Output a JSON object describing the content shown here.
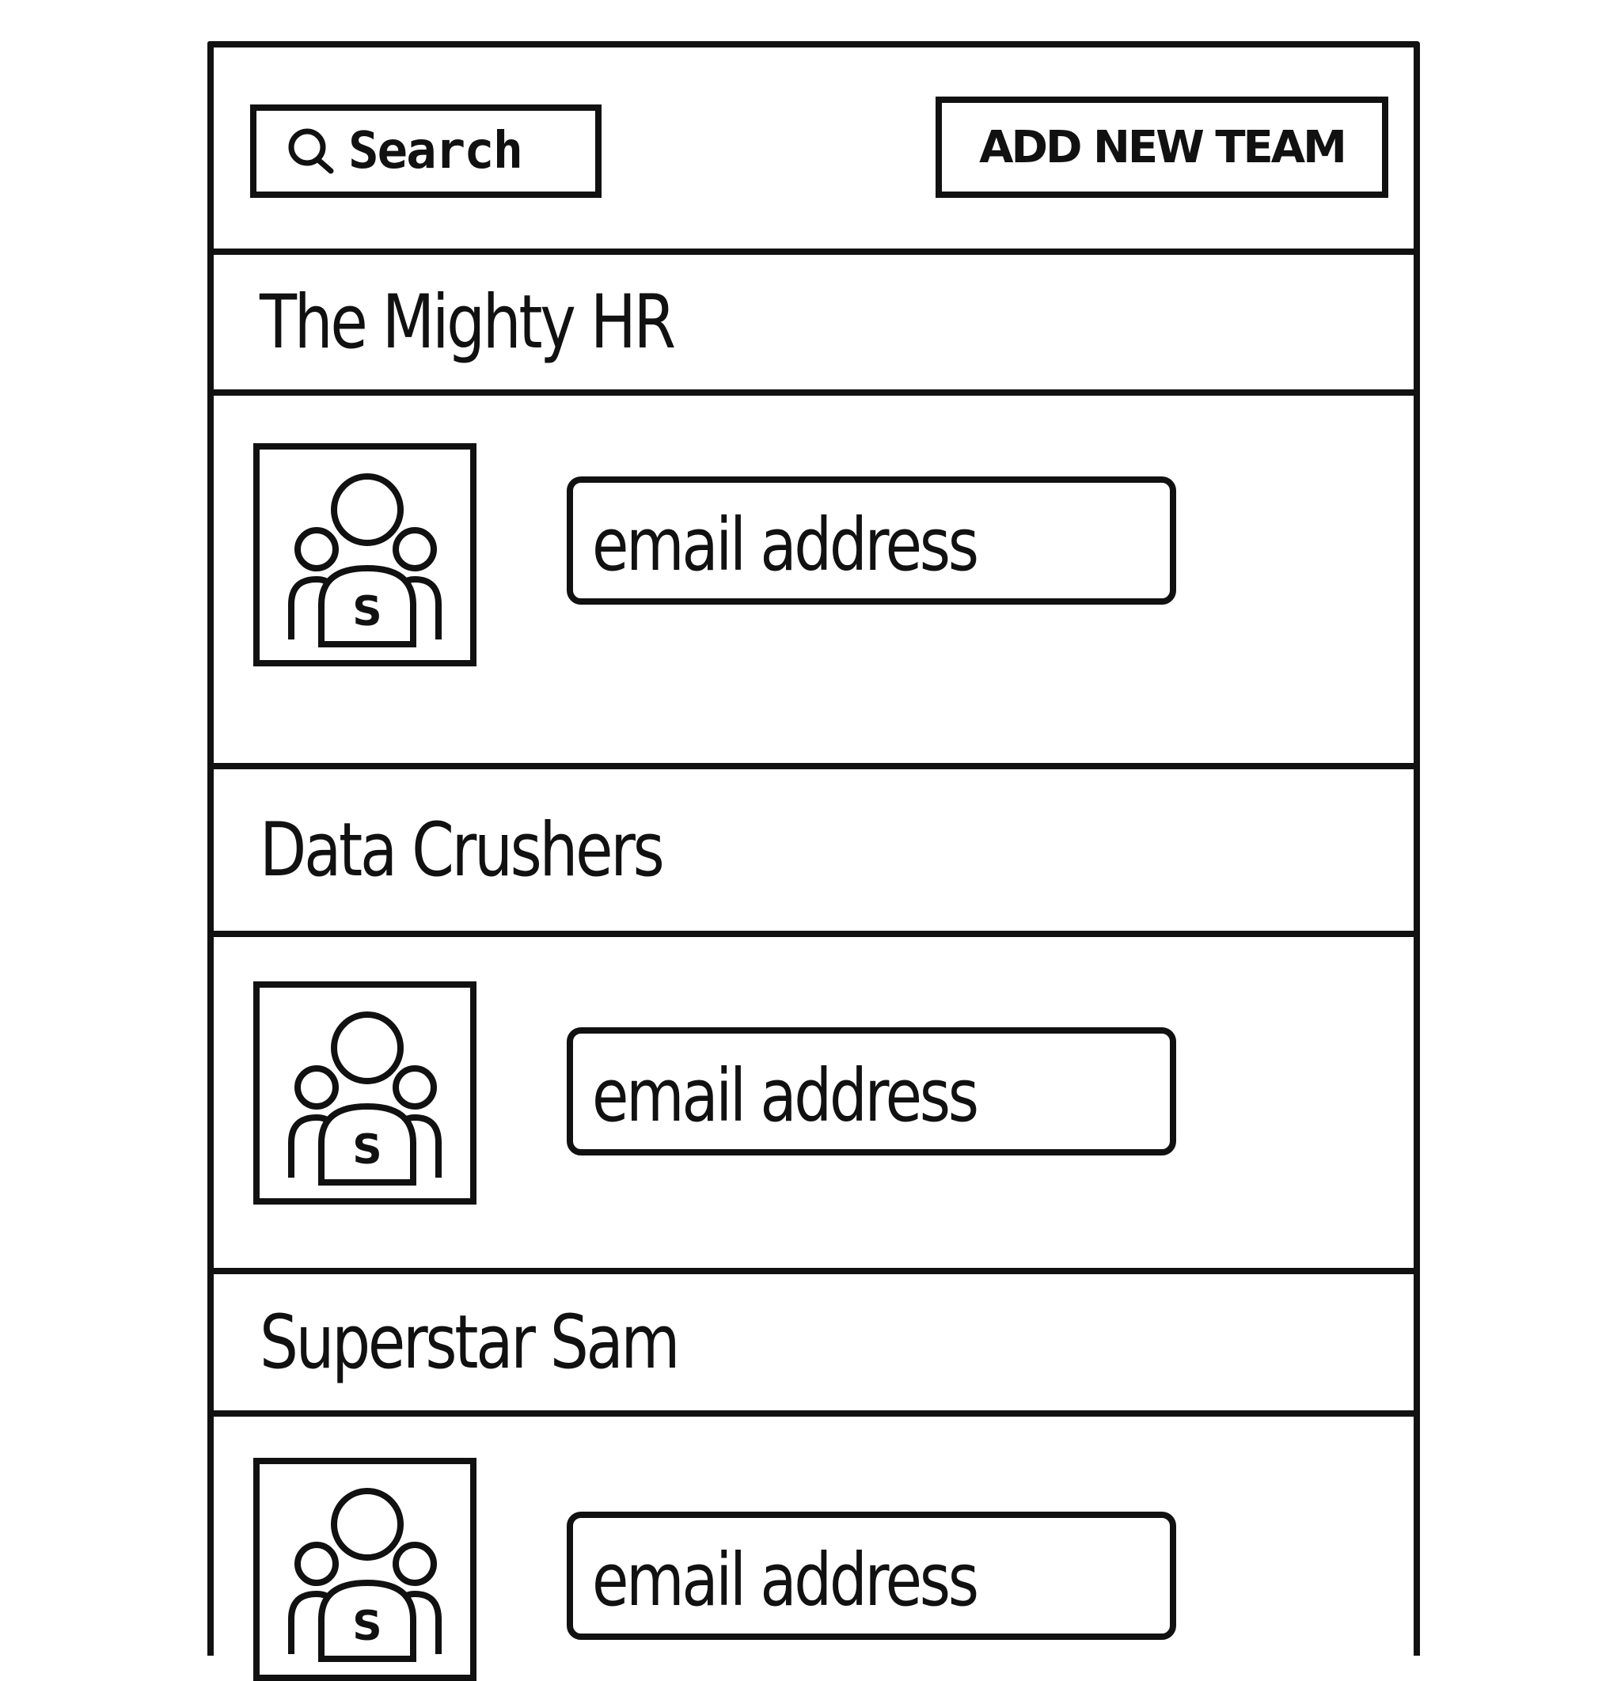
{
  "toolbar": {
    "search_label": "Search",
    "add_team_label": "ADD NEW TEAM"
  },
  "teams": [
    {
      "name": "The Mighty HR",
      "email_placeholder": "email address",
      "avatar_letter": "S"
    },
    {
      "name": "Data Crushers",
      "email_placeholder": "email address",
      "avatar_letter": "S"
    },
    {
      "name": "Superstar Sam",
      "email_placeholder": "email address",
      "avatar_letter": "S"
    }
  ],
  "icons": {
    "search": "magnifier-icon",
    "team_avatar": "team-group-icon"
  },
  "colors": {
    "ink": "#111111",
    "paper": "#ffffff"
  }
}
